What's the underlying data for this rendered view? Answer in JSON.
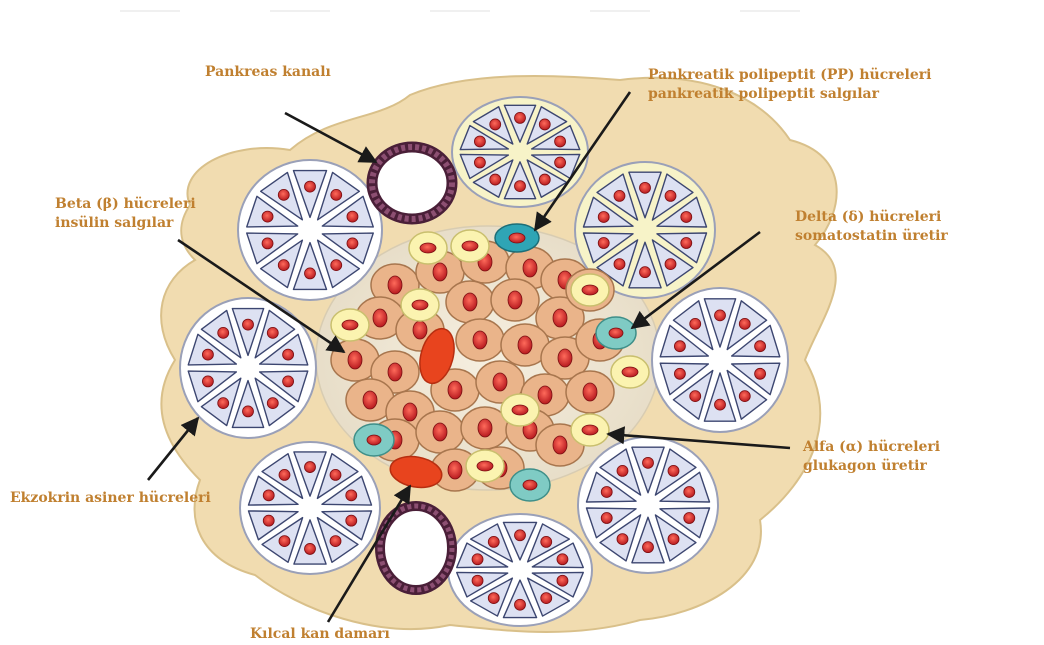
{
  "labels": {
    "pancreatic_duct": "Pankreas kanalı",
    "pp_cells": {
      "line1": "Pankreatik polipeptit (PP) hücreleri",
      "line2": "pankreatik polipeptit salgılar"
    },
    "beta_cells": {
      "line1": "Beta (β) hücreleri",
      "line2": "insülin salgılar"
    },
    "delta_cells": {
      "line1": "Delta (δ) hücreleri",
      "line2": "somatostatin üretir"
    },
    "alpha_cells": {
      "line1": "Alfa (α) hücreleri",
      "line2": "glukagon üretir"
    },
    "acinar_cells": "Ekzokrin asiner hücreleri",
    "capillary": "Kılcal kan damarı"
  },
  "colors": {
    "label_text": "#c08030",
    "tissue": "#f1dcb0",
    "islet": "#ece2cc",
    "beta_cell": "#eab48a",
    "alpha_cell": "#fbf3b0",
    "delta_cell": "#7fcbc4",
    "pp_cell": "#2fa5b5",
    "nucleus": "#d8242a",
    "acinar_cell": "#dde1f2",
    "duct": "#7a3f5e",
    "vessel_cell": "#e8441e",
    "arrow": "#1a1a1a"
  }
}
